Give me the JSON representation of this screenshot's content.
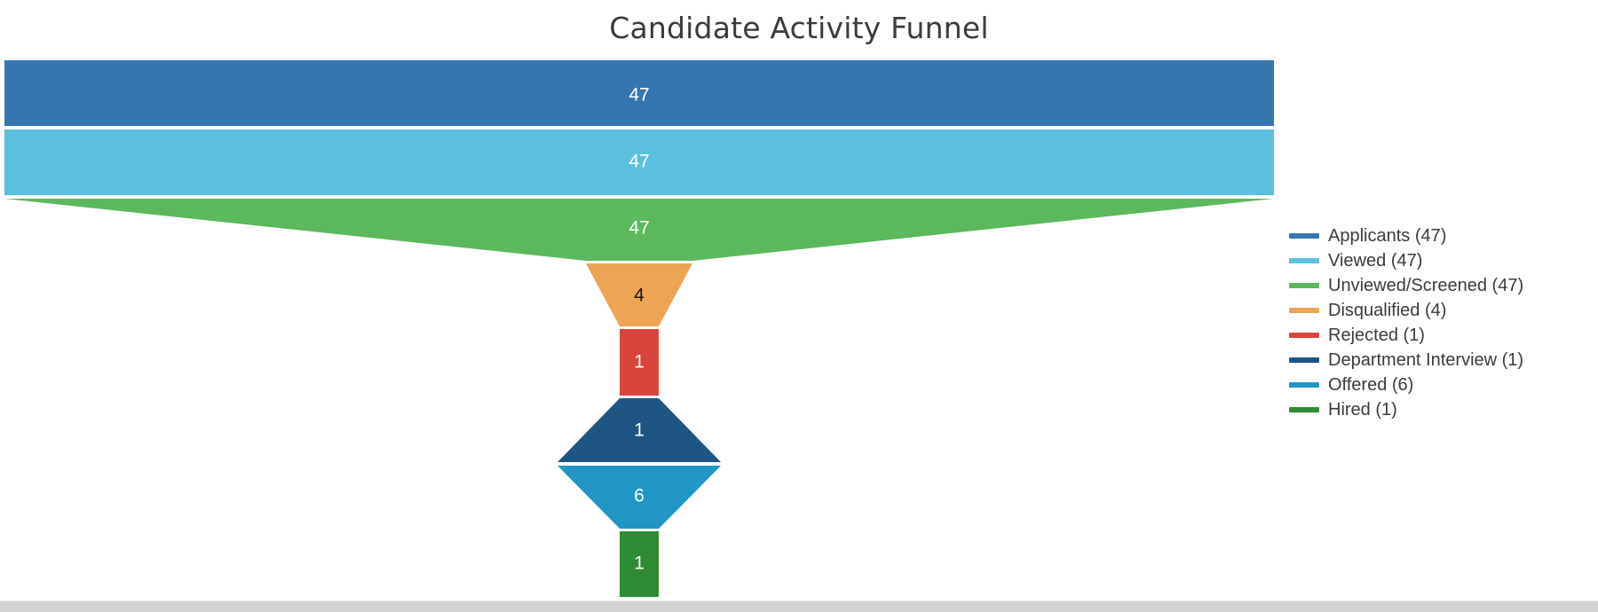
{
  "chart": {
    "title": "Candidate Activity Funnel",
    "background": "#ffffff",
    "title_color": "#3b3b3b"
  },
  "chart_data": {
    "type": "bar",
    "subtype": "funnel",
    "title": "Candidate Activity Funnel",
    "xlabel": "",
    "ylabel": "",
    "categories": [
      "Applicants",
      "Viewed",
      "Unviewed/Screened",
      "Disqualified",
      "Rejected",
      "Department Interview",
      "Offered",
      "Hired"
    ],
    "values": [
      47,
      47,
      47,
      4,
      1,
      1,
      6,
      1
    ],
    "colors": [
      "#3576b0",
      "#5bc0de",
      "#5cb85c",
      "#eda council",
      "#d9453c",
      "#1f5582",
      "#2196c4",
      "#2e8b33"
    ],
    "labels": [
      "47",
      "47",
      "47",
      "4",
      "1",
      "1",
      "6",
      "1"
    ],
    "label_colors": [
      "#ffffff",
      "#ffffff",
      "#ffffff",
      "#1a1a1a",
      "#ffffff",
      "#ffffff",
      "#ffffff",
      "#ffffff"
    ],
    "legend_position": "right",
    "grid": false
  },
  "series_colors": {
    "applicants": "#3576b0",
    "viewed": "#5bc0de",
    "unviewed_screened": "#5cb85c",
    "disqualified": "#eda454",
    "rejected": "#d9453c",
    "department_interview": "#1f5582",
    "offered": "#2196c4",
    "hired": "#2e8b33"
  },
  "legend": {
    "items": [
      {
        "label": "Applicants (47)",
        "color": "#3576b0"
      },
      {
        "label": "Viewed (47)",
        "color": "#5bc0de"
      },
      {
        "label": "Unviewed/Screened (47)",
        "color": "#5cb85c"
      },
      {
        "label": "Disqualified (4)",
        "color": "#eda454"
      },
      {
        "label": "Rejected (1)",
        "color": "#d9453c"
      },
      {
        "label": "Department Interview (1)",
        "color": "#1f5582"
      },
      {
        "label": "Offered (6)",
        "color": "#2196c4"
      },
      {
        "label": "Hired (1)",
        "color": "#2e8b33"
      }
    ]
  },
  "segments": [
    {
      "name": "applicants",
      "value_label": "47"
    },
    {
      "name": "viewed",
      "value_label": "47"
    },
    {
      "name": "unviewed-screened",
      "value_label": "47"
    },
    {
      "name": "disqualified",
      "value_label": "4"
    },
    {
      "name": "rejected",
      "value_label": "1"
    },
    {
      "name": "department-interview",
      "value_label": "1"
    },
    {
      "name": "offered",
      "value_label": "6"
    },
    {
      "name": "hired",
      "value_label": "1"
    }
  ]
}
